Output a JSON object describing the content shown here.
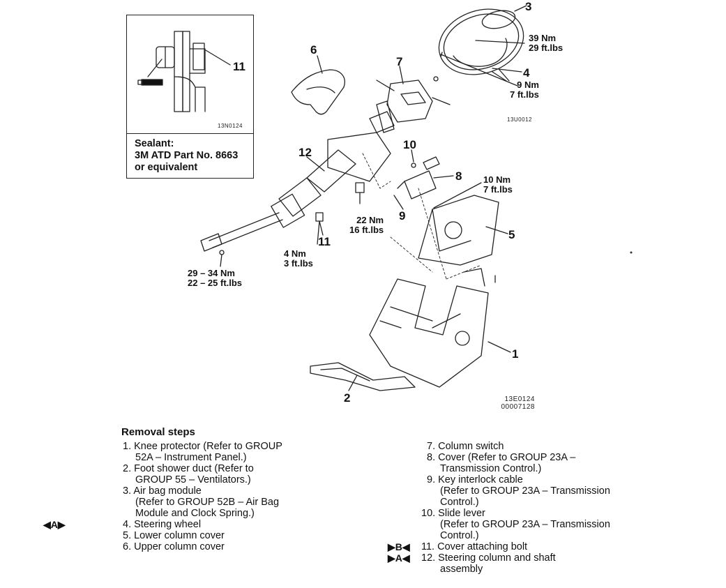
{
  "inset": {
    "callout": "11",
    "code": "13N0124",
    "sealant_lines": [
      "Sealant:",
      "3M ATD Part No. 8663",
      "or equivalent"
    ]
  },
  "callouts": {
    "c1": "1",
    "c2": "2",
    "c3": "3",
    "c4": "4",
    "c5": "5",
    "c6": "6",
    "c7": "7",
    "c8": "8",
    "c9": "9",
    "c10": "10",
    "c11": "11",
    "c12": "12"
  },
  "torques": {
    "wheel_nut": [
      "39 Nm",
      "29 ft.lbs"
    ],
    "wheel_bolt": [
      "9 Nm",
      "7 ft.lbs"
    ],
    "cover_bolt": [
      "10 Nm",
      "7 ft.lbs"
    ],
    "column_bolt": [
      "22 Nm",
      "16 ft.lbs"
    ],
    "attach_bolt": [
      "4 Nm",
      "3 ft.lbs"
    ],
    "joint_bolt": [
      "29 – 34 Nm",
      "22 – 25 ft.lbs"
    ]
  },
  "codes": {
    "wheel": "13U0012",
    "main_1": "13E0124",
    "main_2": "00007128"
  },
  "removal": {
    "title": "Removal steps",
    "left": [
      {
        "marker": "",
        "lines": [
          "1. Knee protector (Refer to GROUP",
          "52A – Instrument Panel.)"
        ]
      },
      {
        "marker": "",
        "lines": [
          "2. Foot shower duct (Refer to",
          "GROUP 55 – Ventilators.)"
        ]
      },
      {
        "marker": "",
        "lines": [
          "3. Air bag module",
          "(Refer to GROUP 52B – Air Bag",
          "Module and Clock Spring.)"
        ]
      },
      {
        "marker": "◀A▶",
        "lines": [
          "4. Steering wheel"
        ]
      },
      {
        "marker": "",
        "lines": [
          "5. Lower column cover"
        ]
      },
      {
        "marker": "",
        "lines": [
          "6. Upper column cover"
        ]
      }
    ],
    "right": [
      {
        "marker": "",
        "lines": [
          "7. Column switch"
        ]
      },
      {
        "marker": "",
        "lines": [
          "8. Cover (Refer to GROUP 23A –",
          "Transmission Control.)"
        ]
      },
      {
        "marker": "",
        "lines": [
          "9. Key interlock cable",
          "(Refer to GROUP 23A – Transmission",
          "Control.)"
        ]
      },
      {
        "marker": "",
        "lines": [
          "10. Slide lever",
          "(Refer to GROUP 23A – Transmission",
          "Control.)"
        ]
      },
      {
        "marker": "▶B◀",
        "lines": [
          "11. Cover attaching bolt"
        ]
      },
      {
        "marker": "▶A◀",
        "lines": [
          "12. Steering column and shaft",
          "assembly"
        ]
      }
    ]
  }
}
